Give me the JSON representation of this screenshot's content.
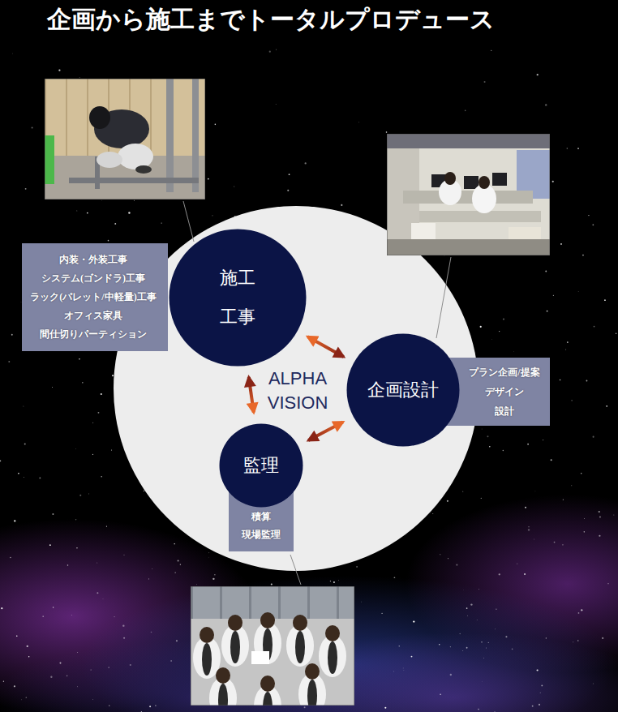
{
  "diagram": {
    "title": "企画から施工までトータルプロデュース",
    "nodes": [
      {
        "text": [
          "ALPHA VISION"
        ]
      },
      {
        "text": [
          "施工 工事"
        ],
        "in": 0
      },
      {
        "text": [
          "内装・外装工事",
          "システム(ゴンドラ)工事",
          "ラック(パレット/中軽量)工事",
          "オフィス家具",
          "間仕切りパーティション"
        ]
      },
      {
        "text": [
          "企画設計"
        ],
        "in": 0
      },
      {
        "text": [
          "プラン企画/提案",
          "デザイン",
          "設計"
        ]
      },
      {
        "text": [
          "監理"
        ],
        "in": 0
      },
      {
        "text": [
          "積算",
          "現場監理"
        ]
      }
    ],
    "edges": [
      {
        "from": 1,
        "to": 3,
        "arrow": "both"
      },
      {
        "from": 3,
        "to": 5,
        "arrow": "both"
      },
      {
        "from": 5,
        "to": 1,
        "arrow": "both"
      }
    ]
  }
}
